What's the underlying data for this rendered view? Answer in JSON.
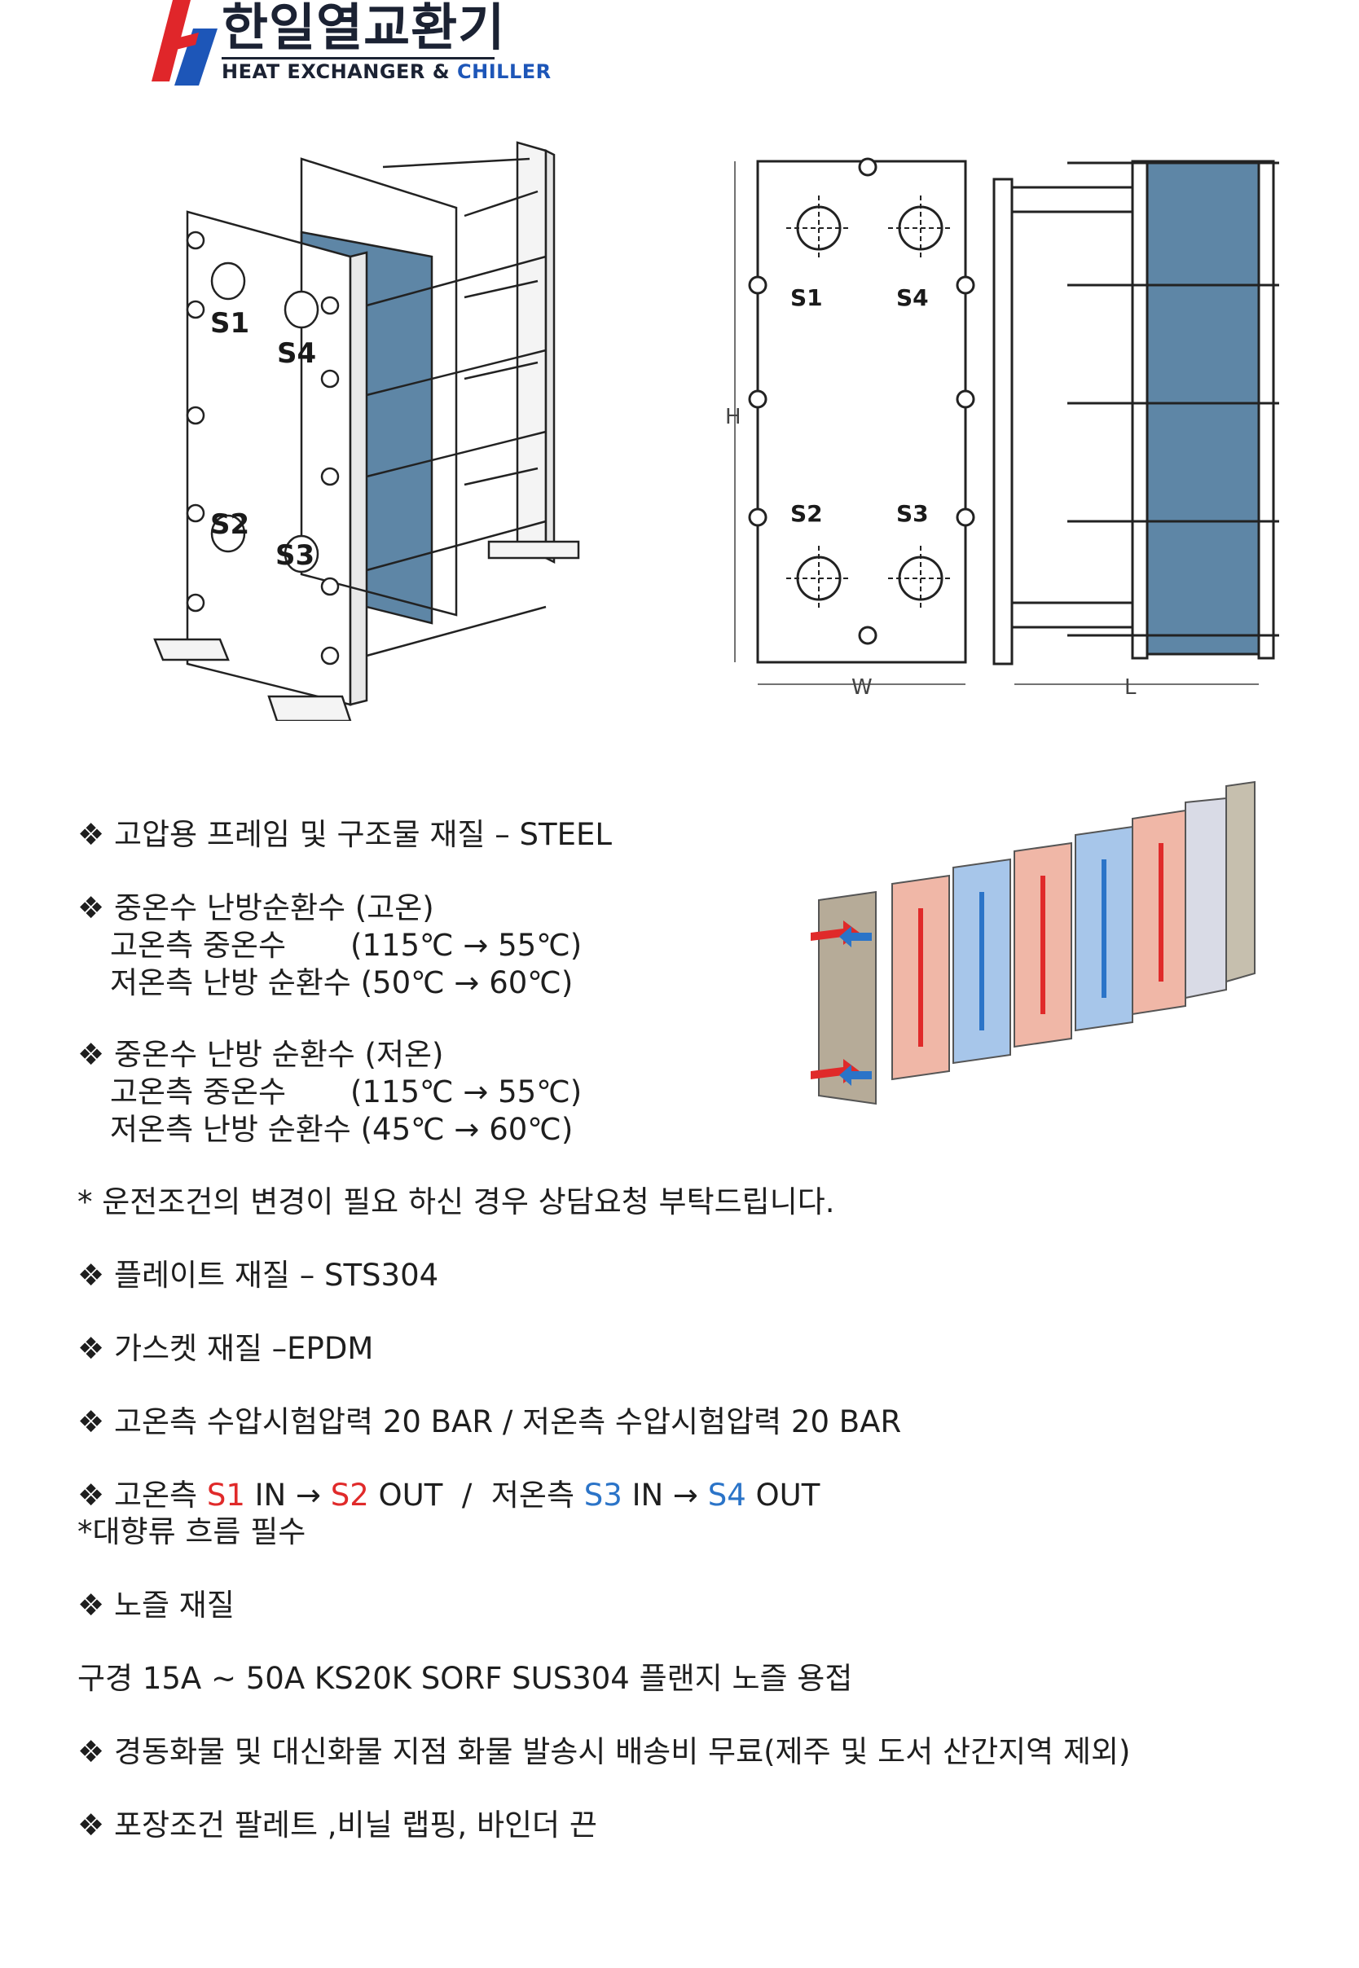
{
  "logo": {
    "korean_name": "한일열교환기",
    "english_tagline": {
      "prefix": "HEAT EXCHANGER &",
      "suffix": "CHILLER"
    },
    "colors": {
      "red": "#e0262a",
      "blue": "#1d56b8",
      "dark": "#1b2233"
    }
  },
  "diagram_left": {
    "ports": [
      "S1",
      "S4",
      "S2",
      "S3"
    ]
  },
  "diagram_right": {
    "ports": [
      "S1",
      "S4",
      "S2",
      "S3"
    ],
    "dimensions": {
      "height": "H",
      "width": "W",
      "length": "L"
    }
  },
  "specs": {
    "bullet": "❖",
    "frame": "고압용 프레임 및 구조물 재질 – STEEL",
    "condition1": {
      "title": "중온수 난방순환수 (고온)",
      "high_label": "고온측 중온수",
      "high_value": "(115℃ → 55℃)",
      "low": "저온측 난방 순환수 (50℃ → 60℃)"
    },
    "condition2": {
      "title": "중온수 난방 순환수 (저온)",
      "high_label": "고온측 중온수",
      "high_value": "(115℃ → 55℃)",
      "low": "저온측 난방 순환수 (45℃ → 60℃)"
    },
    "note_conditions": "* 운전조건의 변경이 필요 하신 경우 상담요청 부탁드립니다.",
    "plate": "플레이트 재질 – STS304",
    "gasket": "가스켓 재질 –EPDM",
    "pressure": "고온측 수압시험압력 20 BAR / 저온측 수압시험압력 20 BAR",
    "flow": {
      "hot_side": "고온측",
      "s1": "S1",
      "in1": "IN →",
      "s2": "S2",
      "out1": "OUT",
      "sep": "/",
      "cold_side": "저온측",
      "s3": "S3",
      "in2": "IN →",
      "s4": "S4",
      "out2": "OUT"
    },
    "note_flow": "*대향류 흐름 필수",
    "nozzle_title": "노즐 재질",
    "nozzle_detail": "구경 15A ~ 50A KS20K SORF SUS304 플랜지 노즐 용접",
    "shipping": "경동화물 및 대신화물 지점 화물 발송시 배송비 무료(제주 및 도서 산간지역 제외)",
    "packing": "포장조건 팔레트 ,비닐 랩핑, 바인더 끈"
  }
}
